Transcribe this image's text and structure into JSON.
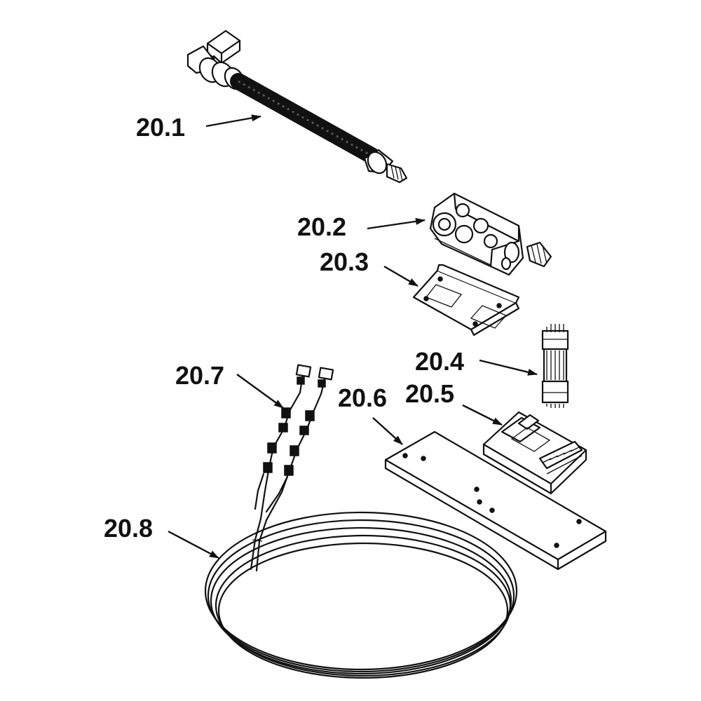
{
  "diagram": {
    "callouts": [
      {
        "id": "20.1",
        "label": "20.1"
      },
      {
        "id": "20.2",
        "label": "20.2"
      },
      {
        "id": "20.3",
        "label": "20.3"
      },
      {
        "id": "20.4",
        "label": "20.4"
      },
      {
        "id": "20.5",
        "label": "20.5"
      },
      {
        "id": "20.6",
        "label": "20.6"
      },
      {
        "id": "20.7",
        "label": "20.7"
      },
      {
        "id": "20.8",
        "label": "20.8"
      }
    ]
  }
}
